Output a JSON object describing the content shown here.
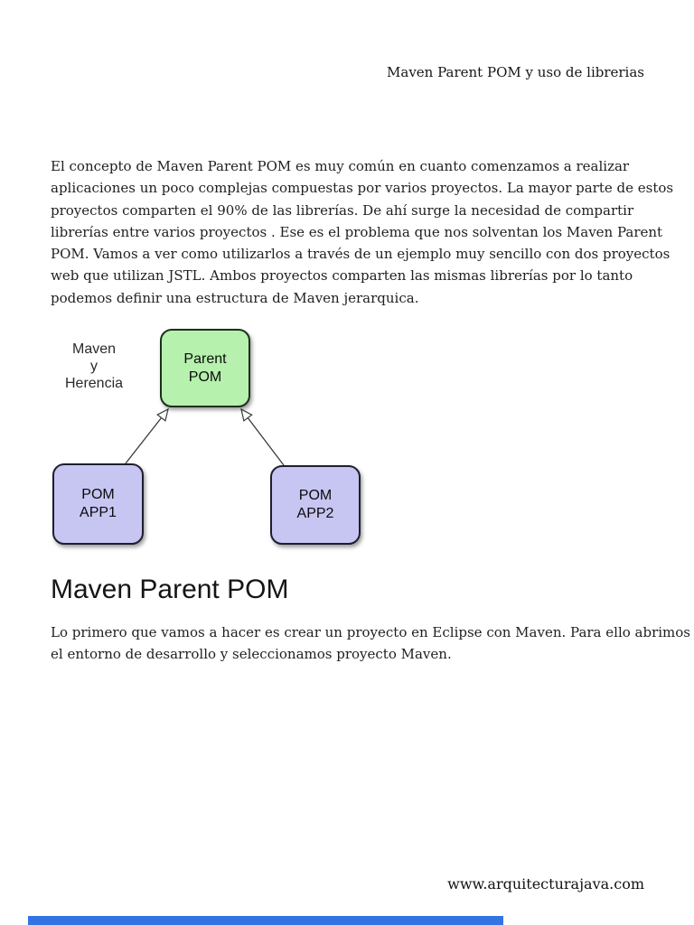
{
  "page": {
    "header_title": "Maven Parent POM y uso de librerias",
    "intro_lines": [
      "El concepto de Maven Parent POM es muy común en cuanto comenzamos a realizar",
      "aplicaciones un poco complejas compuestas por varios proyectos. La mayor parte de estos",
      "proyectos comparten el 90% de las librerías. De ahí surge la necesidad de compartir",
      "librerías entre varios proyectos . Ese es el problema que nos solventan los Maven Parent",
      "POM. Vamos a ver como utilizarlos a través de un ejemplo muy sencillo con dos proyectos",
      "web que utilizan JSTL. Ambos proyectos comparten las mismas librerías por lo tanto",
      "podemos definir una estructura de Maven jerarquica."
    ],
    "section_heading": "Maven Parent POM",
    "section_lines": [
      "Lo primero que vamos a hacer es crear un proyecto en Eclipse con Maven. Para ello abrimos",
      "el entorno de desarrollo y seleccionamos proyecto Maven."
    ],
    "footer_url": "www.arquitecturajava.com"
  },
  "diagram": {
    "caption": "Maven\ny\nHerencia",
    "nodes": [
      {
        "id": "parent",
        "label": "Parent\nPOM",
        "fill": "#b6f1ad"
      },
      {
        "id": "app1",
        "label": "POM\nAPP1",
        "fill": "#c7c5f1"
      },
      {
        "id": "app2",
        "label": "POM\nAPP2",
        "fill": "#c7c5f1"
      }
    ],
    "edges": [
      {
        "from": "app1",
        "to": "parent",
        "type": "inheritance"
      },
      {
        "from": "app2",
        "to": "parent",
        "type": "inheritance"
      }
    ]
  },
  "colors": {
    "parent_node_fill": "#b6f1ad",
    "child_node_fill": "#c7c5f1",
    "node_border": "#222226",
    "body_text": "#1f1f1f",
    "bottom_bar": "#3374e3",
    "background": "#ffffff"
  }
}
